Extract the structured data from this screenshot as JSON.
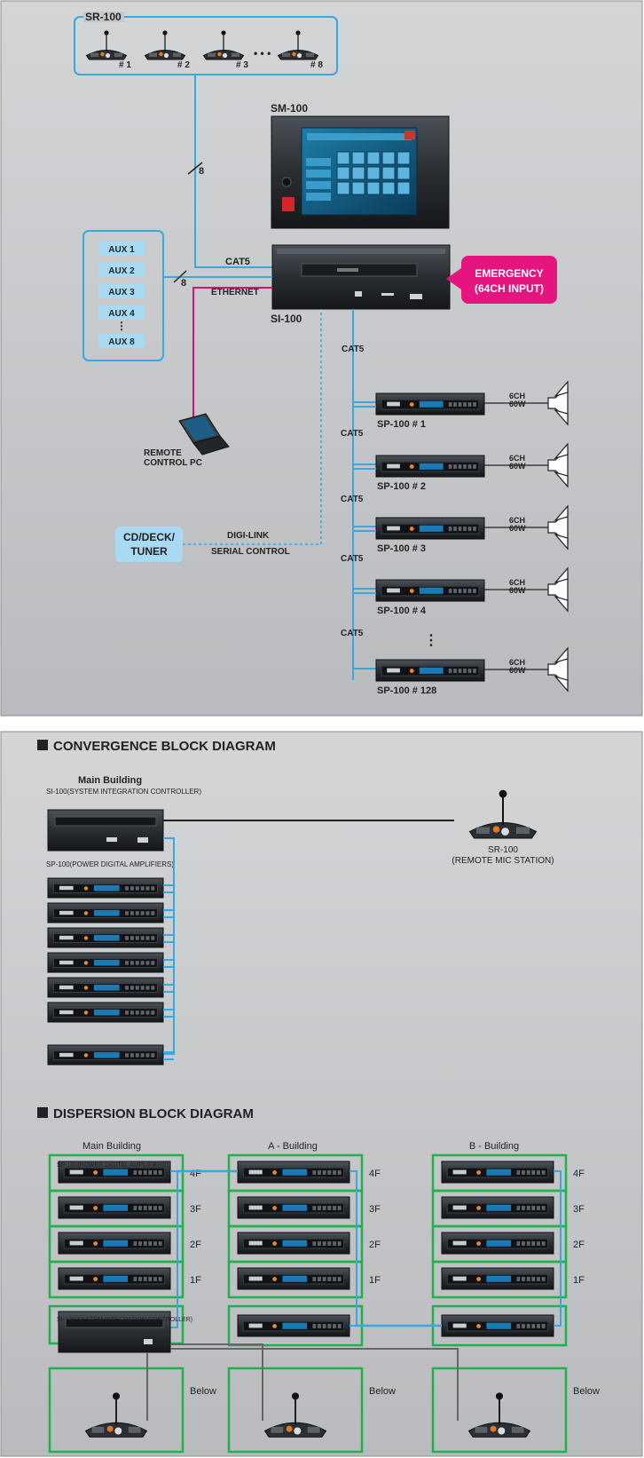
{
  "top": {
    "sr100": {
      "title": "SR-100",
      "units": [
        "# 1",
        "# 2",
        "# 3",
        "# 8"
      ],
      "dots": "• • •"
    },
    "sm100": {
      "title": "SM-100"
    },
    "si100": {
      "title": "SI-100"
    },
    "wire_count_sr": "8",
    "wire_count_aux": "8",
    "aux": [
      "AUX 1",
      "AUX 2",
      "AUX 3",
      "AUX 4",
      "AUX 8"
    ],
    "aux_dots": "⋮",
    "labels": {
      "cat5_top": "CAT5",
      "ethernet": "ETHERNET",
      "remote_pc": [
        "REMOTE",
        "CONTROL PC"
      ],
      "cd_deck": [
        "CD/DECK/",
        "TUNER"
      ],
      "digi_link": "DIGI-LINK",
      "serial_control": "SERIAL CONTROL"
    },
    "emergency": [
      "EMERGENCY",
      "(64CH INPUT)"
    ],
    "cat5_chain": [
      "CAT5",
      "CAT5",
      "CAT5",
      "CAT5",
      "CAT5"
    ],
    "amps": [
      "SP-100  # 1",
      "SP-100  # 2",
      "SP-100  # 3",
      "SP-100  # 4",
      "SP-100  # 128"
    ],
    "amp_dots": "⋮",
    "speaker_rating": [
      "6CH",
      "60W"
    ]
  },
  "convergence": {
    "heading": "CONVERGENCE BLOCK DIAGRAM",
    "main_building": "Main Building",
    "si_caption": "SI-100(SYSTEM INTEGRATION CONTROLLER)",
    "sp_caption": "SP-100(POWER DIGITAL AMPLIFIERS)",
    "sr_caption": [
      "SR-100",
      "(REMOTE MIC STATION)"
    ],
    "amp_count": 7
  },
  "dispersion": {
    "heading": "DISPERSION BLOCK DIAGRAM",
    "buildings": [
      "Main Building",
      "A - Building",
      "B - Building"
    ],
    "sp_caption": "SP-100(POWER DIGITAL AMPLIFIERS)",
    "si_caption": "SI-100(SYSTEM INTEGRATION CONTROLLER)",
    "floors": [
      "4F",
      "3F",
      "2F",
      "1F"
    ],
    "below": "Below"
  },
  "colors": {
    "panel_bg": "#c6c8ca",
    "cable_blue": "#37a8e0",
    "ethernet_pink": "#d0147c",
    "emergency_magenta": "#e5147f",
    "green_box": "#21b04b",
    "aux_fill": "#a8daf3"
  }
}
